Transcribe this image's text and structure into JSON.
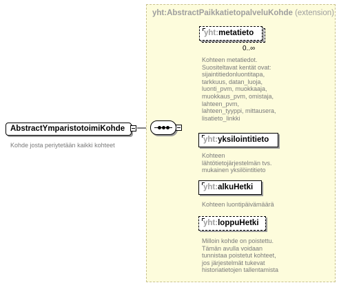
{
  "extension": {
    "prefix": "yht:",
    "name": "AbstractPaikkatietopalveluKohde",
    "note": "(extension)"
  },
  "root": {
    "name": "AbstractYmparistotoimiKohde",
    "description": "Kohde josta periytetään kaikki kohteet"
  },
  "children": [
    {
      "prefix": "yht:",
      "name": "metatieto",
      "multiplicity": "0..∞",
      "description": [
        "Kohteen metatiedot.",
        "Suositeltavat kentät ovat:",
        "sijaintitiedonluontitapa,",
        "tarkkuus, datan_luoja,",
        "luonti_pvm, muokkaaja,",
        "muokkaus_pvm, omistaja,",
        "lahteen_pvm,",
        "lahteen_tyyppi, mittausera,",
        "lisatieto_linkki"
      ]
    },
    {
      "prefix": "yht:",
      "name": "yksilointitieto",
      "description": [
        "Kohteen",
        "lähtötietojärjestelmän tvs.",
        "mukainen yksilöintitieto"
      ]
    },
    {
      "prefix": "yht:",
      "name": "alkuHetki",
      "description": [
        "Kohteen luontipäivämäärä"
      ]
    },
    {
      "prefix": "yht:",
      "name": "loppuHetki",
      "description": [
        "Milloin kohde on poistettu.",
        "Tämän avulla voidaan",
        "tunnistaa poistetut kohteet,",
        "jos järjestelmät tukevat",
        "historiatietojen tallentamista"
      ]
    }
  ]
}
